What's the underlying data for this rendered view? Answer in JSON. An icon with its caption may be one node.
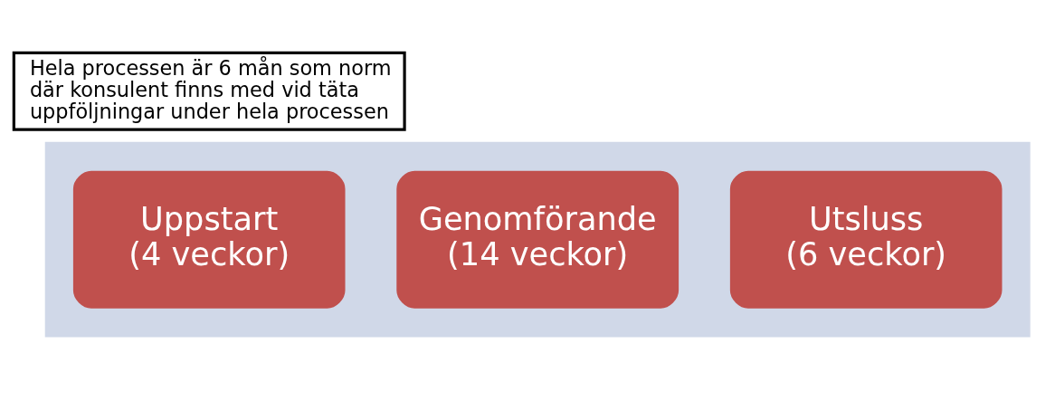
{
  "diagram": {
    "nodes": [
      {
        "text": [
          "Hela processen är 6 mån som norm där konsulent finns med vid täta uppföljningar under hela processen"
        ]
      },
      {
        "text": [],
        "shape": "arrow"
      },
      {
        "text": [
          "Uppstart",
          "(4 veckor)"
        ],
        "in": 1
      },
      {
        "text": [
          "Genomförande",
          "(14 veckor)"
        ],
        "in": 1
      },
      {
        "text": [
          "Utsluss",
          "(6 veckor)"
        ],
        "in": 1
      }
    ],
    "edges": []
  }
}
